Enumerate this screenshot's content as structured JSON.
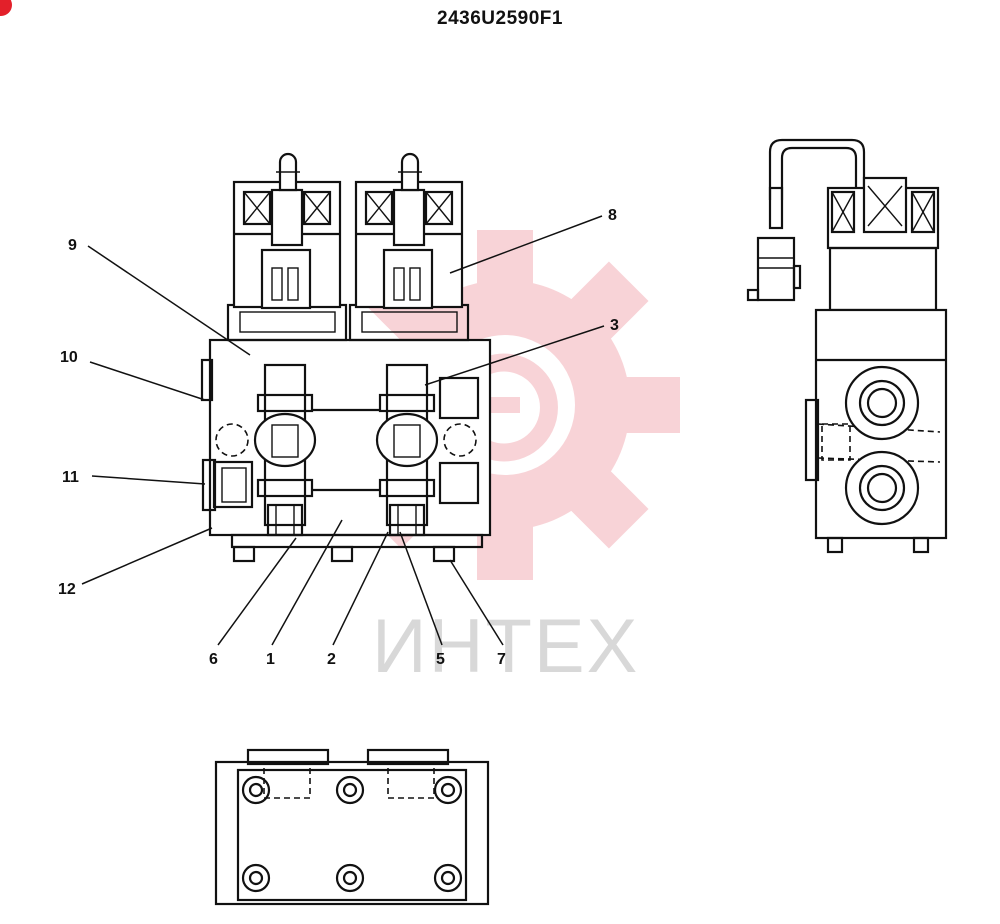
{
  "document": {
    "title": "2436U2590F1"
  },
  "watermark": {
    "text": "ИНТЕХ",
    "gear_color": "#f0a0a8"
  },
  "callouts": [
    {
      "id": "c1",
      "label": "1"
    },
    {
      "id": "c2",
      "label": "2"
    },
    {
      "id": "c3",
      "label": "3"
    },
    {
      "id": "c5",
      "label": "5"
    },
    {
      "id": "c6",
      "label": "6"
    },
    {
      "id": "c7",
      "label": "7"
    },
    {
      "id": "c8",
      "label": "8"
    },
    {
      "id": "c9",
      "label": "9"
    },
    {
      "id": "c10",
      "label": "10"
    },
    {
      "id": "c11",
      "label": "11"
    },
    {
      "id": "c12",
      "label": "12"
    }
  ],
  "colors": {
    "ink": "#111111",
    "brand_mark": "#e3202a"
  }
}
